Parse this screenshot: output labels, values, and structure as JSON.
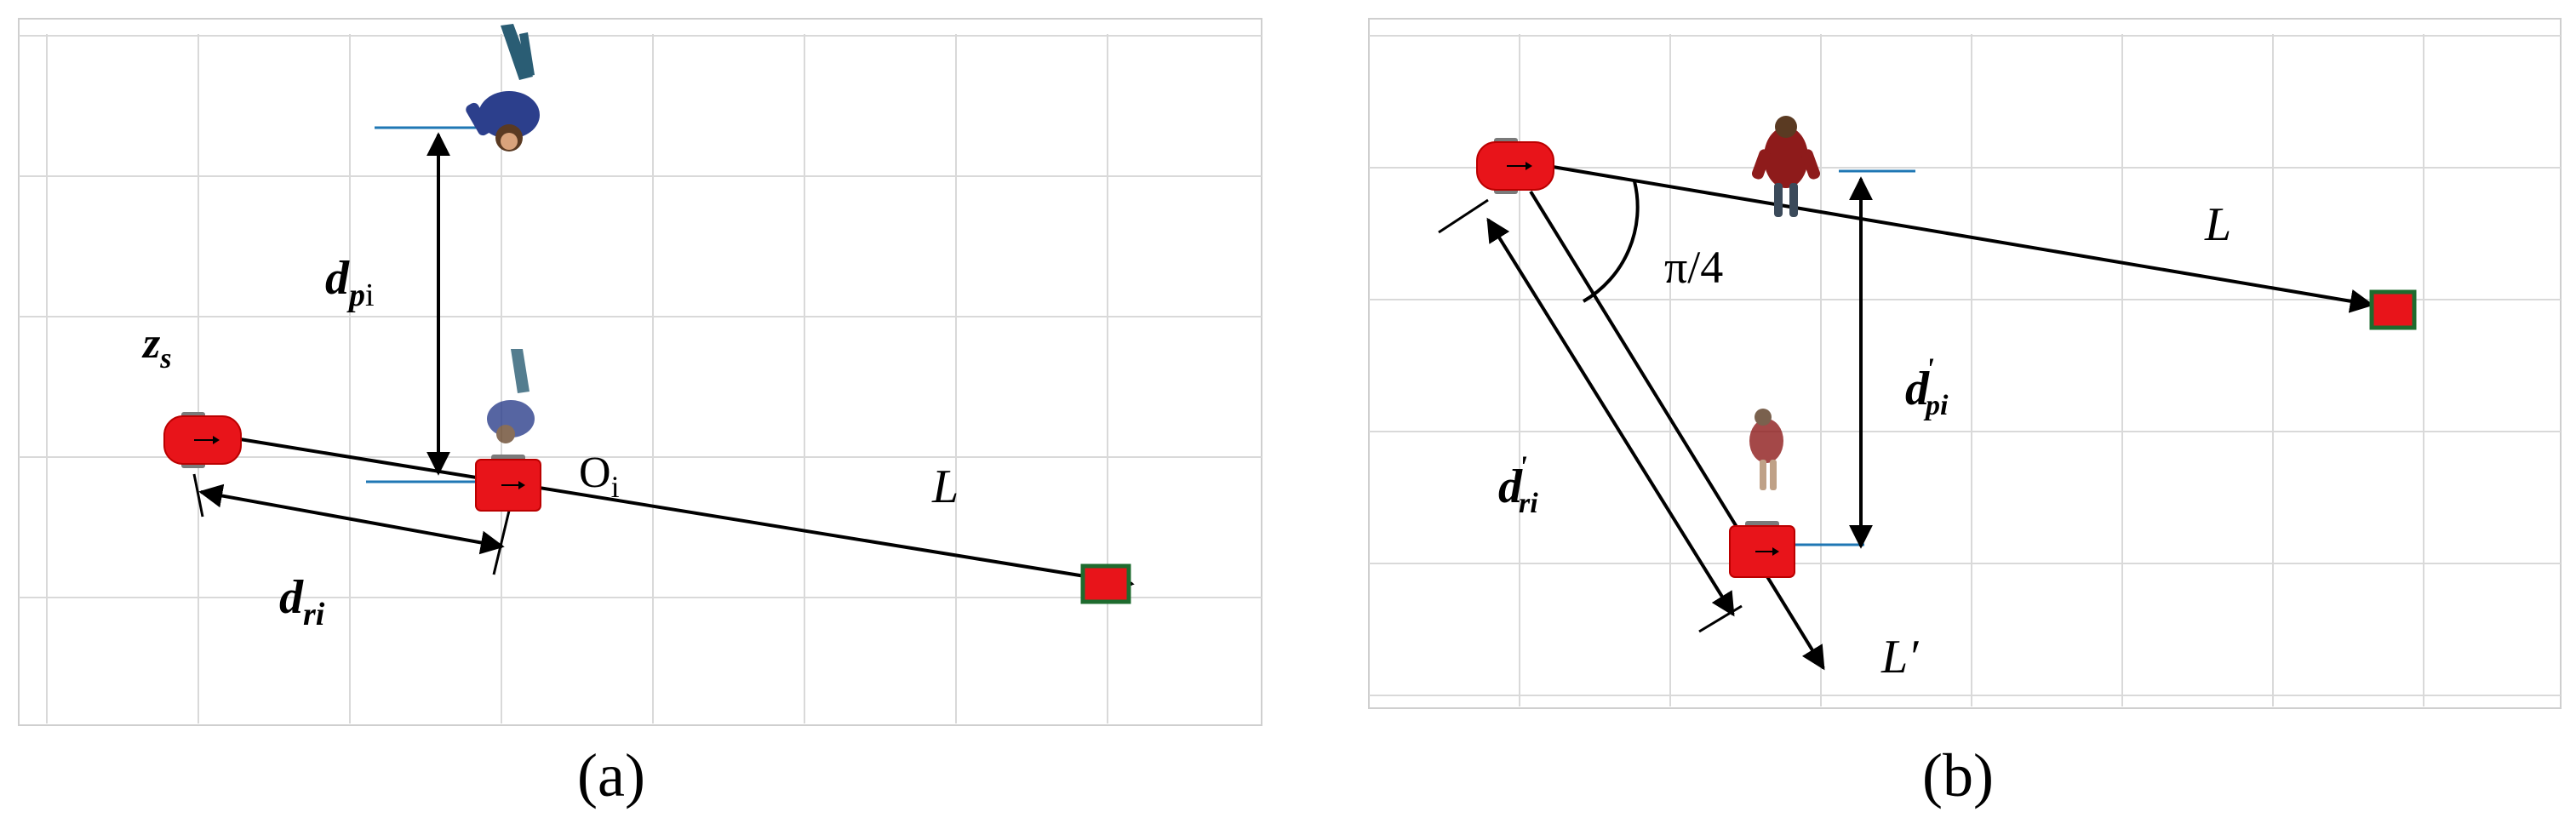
{
  "panel_a": {
    "caption_open": "(",
    "caption_letter": "a",
    "caption_close": ")",
    "label_zs_main": "z",
    "label_zs_sub": "s",
    "label_dpi_main": "d",
    "label_dpi_sub": "p",
    "label_dpi_sub2": "i",
    "label_oi_main": "O",
    "label_oi_sub": "i",
    "label_L": "L",
    "label_dri_main": "d",
    "label_dri_sub": "ri"
  },
  "panel_b": {
    "caption_open": "(",
    "caption_letter": "b",
    "caption_close": ")",
    "label_angle": "π/4",
    "label_L": "L",
    "label_Lprime": "L′",
    "label_dpi_main": "d",
    "label_dpi_sup": "'",
    "label_dpi_sub": "pi",
    "label_dri_main": "d",
    "label_dri_sup": "'",
    "label_dri_sub": "ri"
  },
  "colors": {
    "robot_red": "#e8141a",
    "goal_green": "#1e6b2e",
    "person_blue": "#2c3f8c",
    "person_red": "#8e1b1b",
    "ref_line_blue": "#1f77b4",
    "grid": "#d9d9d9"
  },
  "icons": {
    "robot": "robot-icon",
    "person": "person-icon",
    "goal": "goal-marker-icon"
  }
}
